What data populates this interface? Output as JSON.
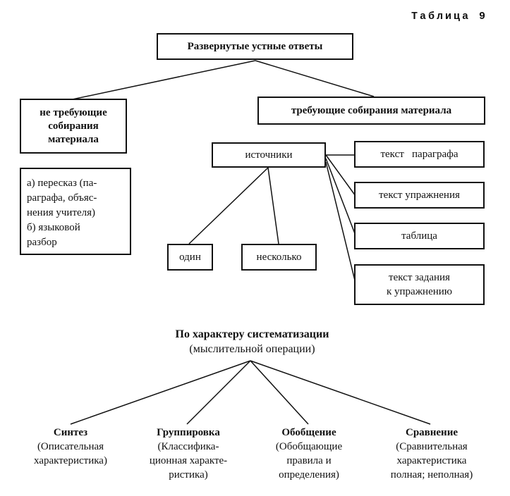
{
  "table_label": "Таблица 9",
  "top": {
    "title": "Развернутые устные ответы"
  },
  "left_branch": {
    "title_lines": [
      "не требующие",
      "собирания",
      "материала"
    ],
    "examples_lines": [
      "а) пересказ (па-",
      "раграфа, объяс-",
      "нения учителя)",
      "б) языковой",
      "разбор"
    ]
  },
  "right_branch": {
    "title": "требующие собирания материала"
  },
  "sources": {
    "label": "источники",
    "count_options": [
      "один",
      "несколько"
    ],
    "types": [
      {
        "lines": [
          "текст   параграфа"
        ]
      },
      {
        "lines": [
          "текст упражнения"
        ]
      },
      {
        "lines": [
          "таблица"
        ]
      },
      {
        "lines": [
          "текст задания",
          "к упражнению"
        ]
      }
    ]
  },
  "systematization": {
    "title": "По характеру систематизации",
    "subtitle": "(мыслительной операции)",
    "items": [
      {
        "name": "Синтез",
        "lines": [
          "(Описательная",
          "характеристика)"
        ]
      },
      {
        "name": "Группировка",
        "lines": [
          "(Классифика-",
          "ционная характе-",
          "ристика)"
        ]
      },
      {
        "name": "Обобщение",
        "lines": [
          "(Обобщающие",
          "правила и",
          "определения)"
        ]
      },
      {
        "name": "Сравнение",
        "lines": [
          "(Сравнительная",
          "характеристика",
          "полная; неполная)"
        ]
      }
    ]
  }
}
